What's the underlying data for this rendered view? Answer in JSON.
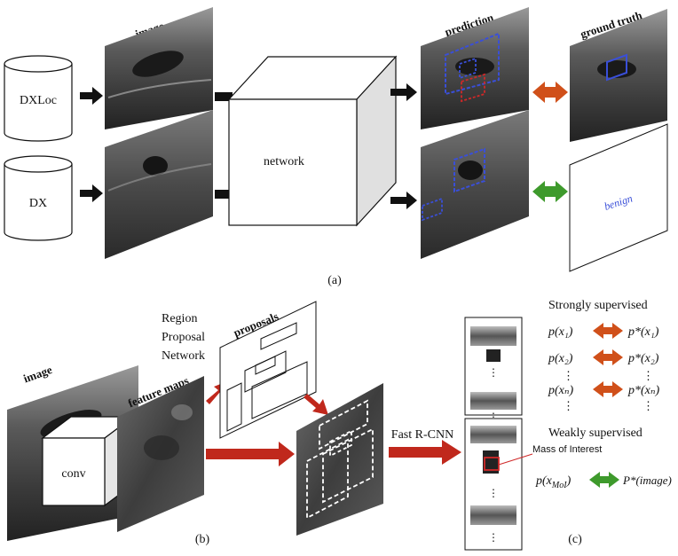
{
  "panel_a": {
    "databases": [
      "DXLoc",
      "DX"
    ],
    "image_label": "image",
    "network_label": "network",
    "prediction_label": "prediction",
    "ground_truth_label": "ground truth",
    "benign_label": "benign",
    "caption": "(a)"
  },
  "panel_b": {
    "image_label": "image",
    "conv_label": "conv",
    "feature_maps_label": "feature maps",
    "rpn_line1": "Region",
    "rpn_line2": "Proposal",
    "rpn_line3": "Network",
    "proposals_label": "proposals",
    "fast_rcnn_label": "Fast R-CNN",
    "caption": "(b)"
  },
  "panel_c": {
    "strong_title": "Strongly supervised",
    "rows": [
      {
        "left": "p(x₁)",
        "right": "p*(x₁)"
      },
      {
        "left": "p(x₂)",
        "right": "p*(x₂)"
      },
      {
        "left": "p(xₙ)",
        "right": "p*(xₙ)"
      }
    ],
    "dots": "⋮",
    "weak_title": "Weakly supervised",
    "mass_label": "Mass of Interest",
    "weak_left": "p(x",
    "weak_sub": "MoI",
    "weak_left_close": ")",
    "weak_right": "P*(image)",
    "caption": "(c)"
  },
  "colors": {
    "arrow_black": "#111111",
    "arrow_red": "#c0281c",
    "arrow_orange": "#d0501a",
    "arrow_green": "#3e9a2c",
    "box_blue": "#3a4fd8",
    "box_red": "#d02828"
  }
}
